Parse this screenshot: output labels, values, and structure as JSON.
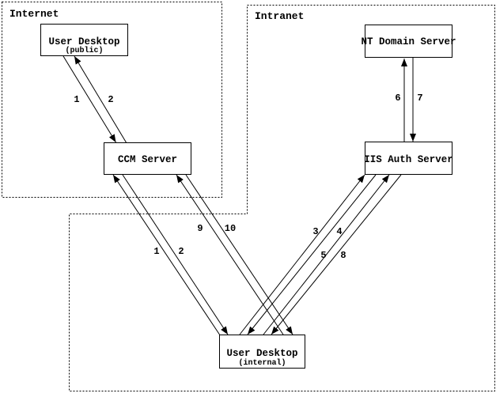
{
  "zones": {
    "internet": {
      "label": "Internet"
    },
    "intranet": {
      "label": "Intranet"
    }
  },
  "nodes": {
    "user_desktop_public": {
      "title": "User Desktop",
      "subtitle": "(public)"
    },
    "nt_domain_server": {
      "title": "NT Domain Server"
    },
    "ccm_server": {
      "title": "CCM Server"
    },
    "iis_auth_server": {
      "title": "IIS Auth Server"
    },
    "user_desktop_internal": {
      "title": "User Desktop",
      "subtitle": "(internal)"
    }
  },
  "edges": [
    {
      "label": "1",
      "from": "User Desktop (public)",
      "to": "CCM Server"
    },
    {
      "label": "2",
      "from": "CCM Server",
      "to": "User Desktop (public)"
    },
    {
      "label": "1",
      "from": "User Desktop (internal)",
      "to": "CCM Server"
    },
    {
      "label": "2",
      "from": "CCM Server",
      "to": "User Desktop (internal)"
    },
    {
      "label": "9",
      "from": "User Desktop (internal)",
      "to": "CCM Server"
    },
    {
      "label": "10",
      "from": "CCM Server",
      "to": "User Desktop (internal)"
    },
    {
      "label": "3",
      "from": "User Desktop (internal)",
      "to": "IIS Auth Server"
    },
    {
      "label": "4",
      "from": "IIS Auth Server",
      "to": "User Desktop (internal)"
    },
    {
      "label": "5",
      "from": "User Desktop (internal)",
      "to": "IIS Auth Server"
    },
    {
      "label": "8",
      "from": "IIS Auth Server",
      "to": "User Desktop (internal)"
    },
    {
      "label": "6",
      "from": "IIS Auth Server",
      "to": "NT Domain Server"
    },
    {
      "label": "7",
      "from": "NT Domain Server",
      "to": "IIS Auth Server"
    }
  ],
  "colors": {
    "line": "#000000",
    "background": "#ffffff"
  }
}
